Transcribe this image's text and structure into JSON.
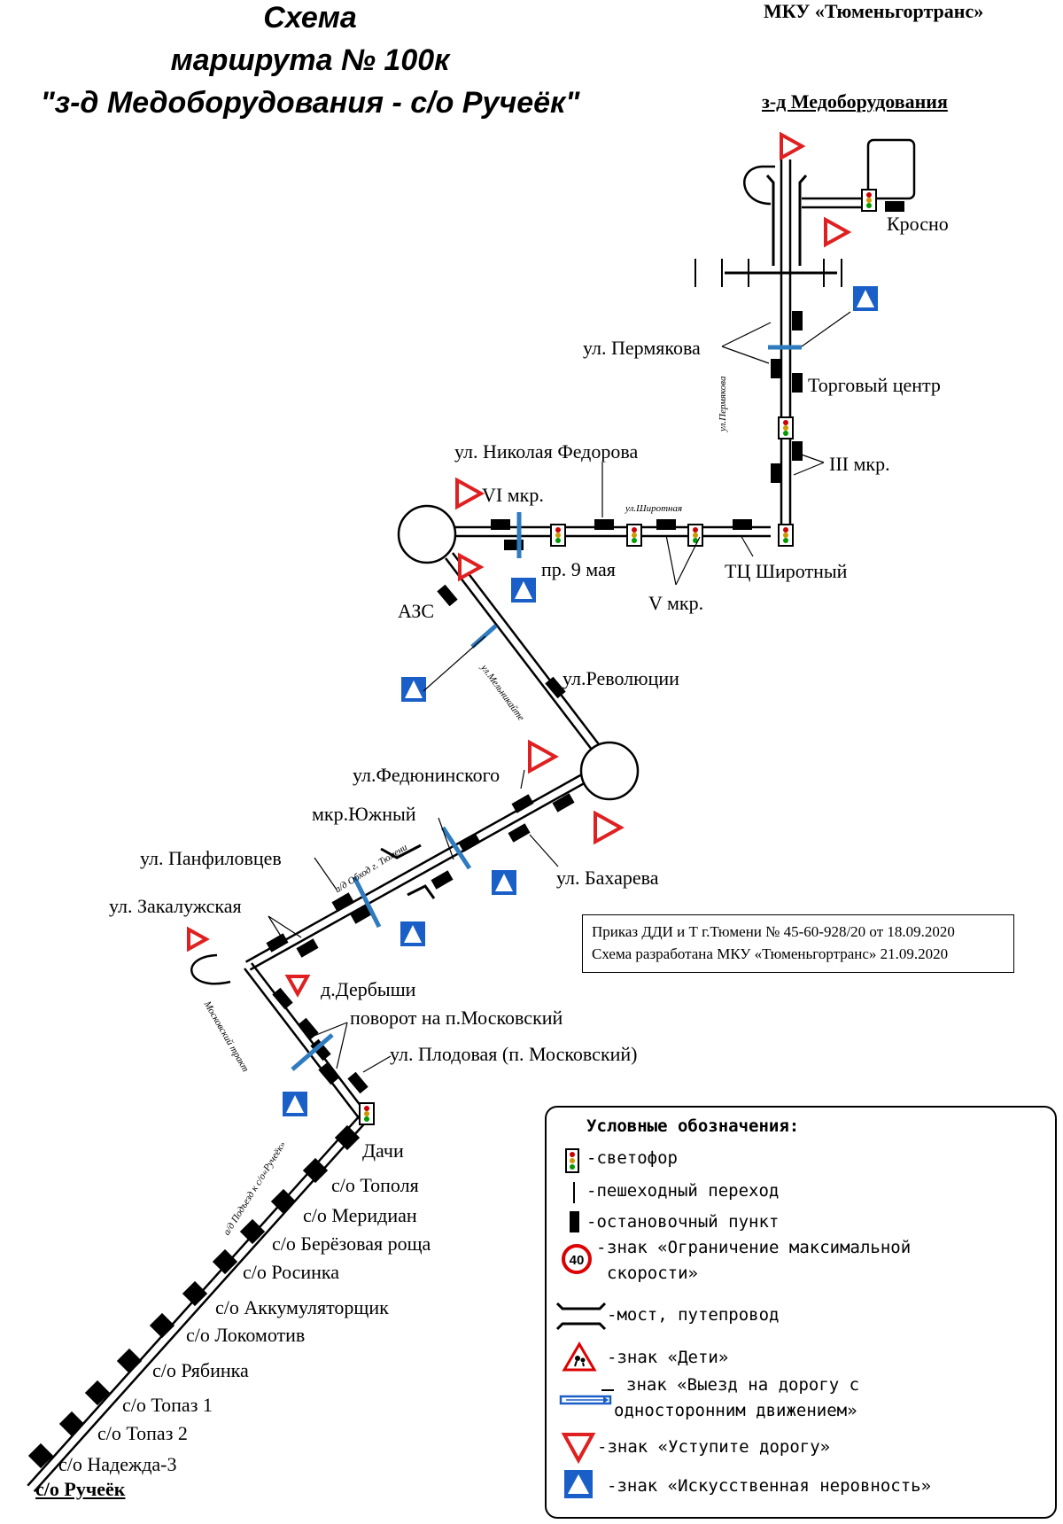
{
  "header": {
    "title_line1": "Схема",
    "title_line2": "маршрута № 100к",
    "title_line3": "\"з-д Медоборудования - с/о Ручеёк\"",
    "organization": "МКУ «Тюменьгортранс»"
  },
  "terminals": {
    "start": "з-д Медоборудования",
    "end": "с/о Ручеёк"
  },
  "stops": {
    "krosno": "Кросно",
    "permyakova": "ул. Пермякова",
    "torgovy": "Торговый центр",
    "iii": "III мкр.",
    "nfedorova": "ул. Николая Федорова",
    "vi": "VI мкр.",
    "pr9": "пр. 9 мая",
    "v": "V мкр.",
    "tc_shirotny": "ТЦ Широтный",
    "azs": "АЗС",
    "revolyucii": "ул.Революции",
    "fedyuninskogo": "ул.Федюнинского",
    "yuzhny": "мкр.Южный",
    "panfilovcev": "ул. Панфиловцев",
    "bakhareva": "ул. Бахарева",
    "zakaluzhskaya": "ул. Закалужская",
    "derbyshi": "д.Дербыши",
    "povorot": "поворот на п.Московский",
    "plodovaya": "ул. Плодовая (п. Московский)",
    "dachi": "Дачи",
    "topolya": "с/о Тополя",
    "meridian": "с/о Меридиан",
    "berezovaya": "с/о Берёзовая роща",
    "rosinka": "с/о Росинка",
    "akkum": "с/о Аккумуляторщик",
    "lokomotiv": "с/о Локомотив",
    "ryabinka": "с/о Рябинка",
    "topaz1": "с/о Топаз 1",
    "topaz2": "с/о Топаз 2",
    "nadezhda": "с/о Надежда-3"
  },
  "streets": {
    "permyakova": "ул.Пермякова",
    "shirotnaya": "ул.Широтная",
    "melnikayte": "ул.Мельникайте",
    "obkhod": "а/д Обход г. Тюмени",
    "moskovsky": "Московский тракт",
    "podezd": "а/д Подъезд к с/о«Ручеёк»"
  },
  "note": {
    "line1": "Приказ ДДИ и Т г.Тюмени № 45-60-928/20 от 18.09.2020",
    "line2": "Схема разработана МКУ «Тюменьгортранс» 21.09.2020"
  },
  "legend": {
    "title": "Условные обозначения:",
    "traffic_light": "-светофор",
    "crossing": "-пешеходный переход",
    "stop": "-остановочный пункт",
    "speed_line1": "знак «Ограничение максимальной",
    "speed_line2": "скорости»",
    "speed_value": "40",
    "bridge": "-мост, путепровод",
    "children": "-знак «Дети»",
    "oneway_line1": "знак «Выезд на дорогу с",
    "oneway_line2": "односторонним движением»",
    "yield": "-знак «Уступите дорогу»",
    "bump": "-знак «Искусственная неровность»"
  },
  "colors": {
    "route_line": "#000000",
    "yield_sign": "#e02020",
    "bump_sign": "#1a5fc8",
    "crossing_marker": "#2f7bbf"
  }
}
